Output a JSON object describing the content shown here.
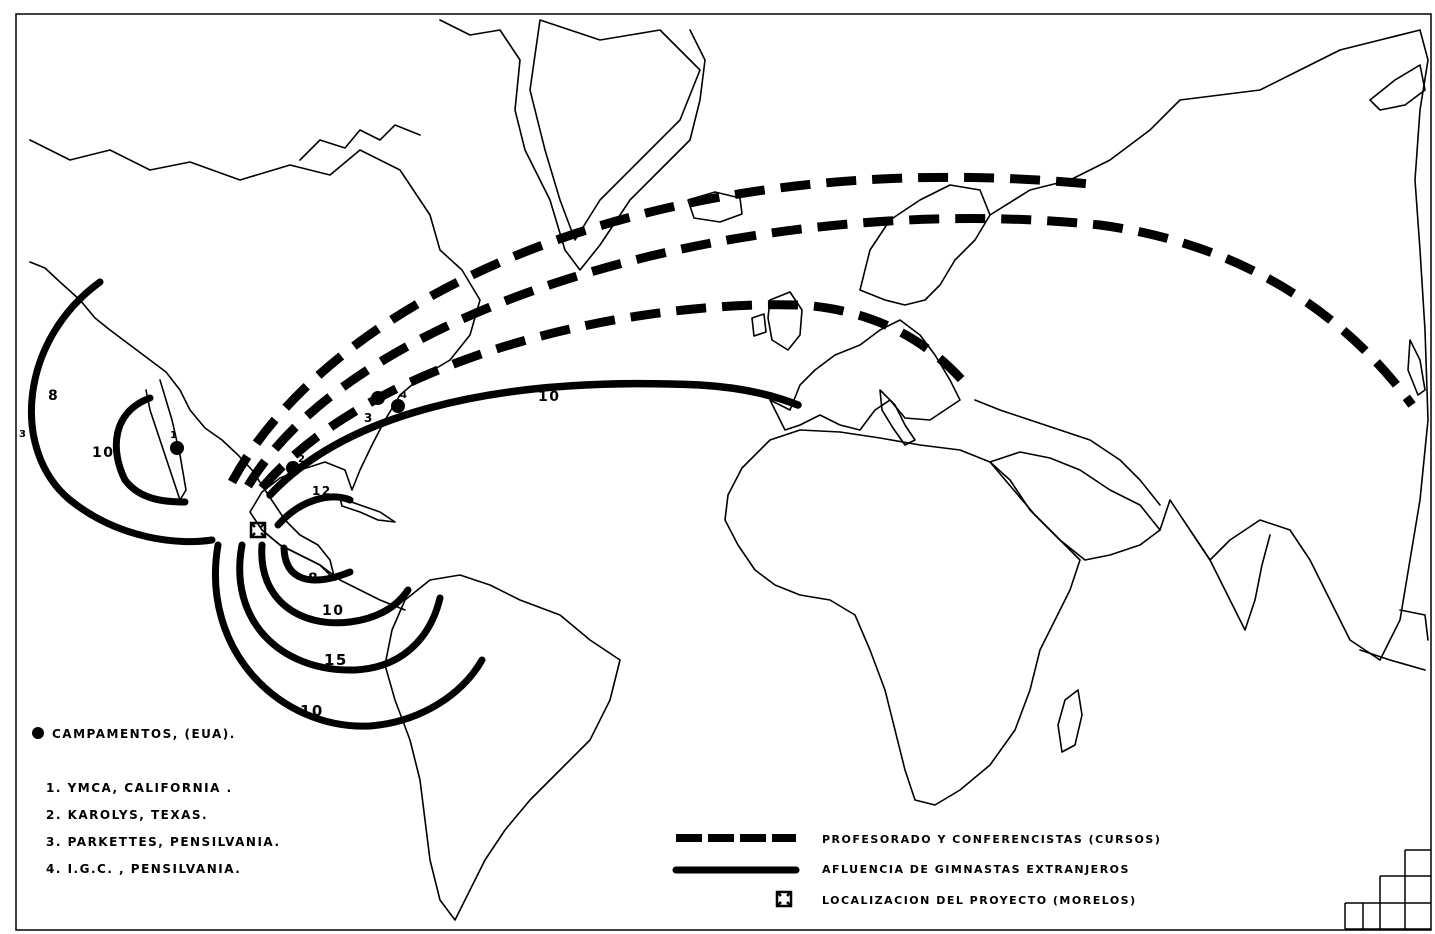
{
  "flow_labels": {
    "california_outer": "8",
    "california_edge": "3",
    "california_inner": "10",
    "atlantic": "10",
    "caribbean": "12",
    "south_8": "8",
    "south_10": "10",
    "south_15": "15",
    "south_outer": "10"
  },
  "camp_numbers": {
    "ymca": "1",
    "karolys": "2",
    "parkettes": "3",
    "igc": "4"
  },
  "camps_legend": {
    "title": "CAMPAMENTOS, (EUA).",
    "items": [
      "1.   YMCA,  CALIFORNIA .",
      "2.   KAROLYS,   TEXAS.",
      "3.   PARKETTES,   PENSILVANIA.",
      "4.   I.G.C. ,   PENSILVANIA."
    ]
  },
  "flow_legend": {
    "dashed": "PROFESORADO  Y  CONFERENCISTAS  (CURSOS)",
    "solid": "AFLUENCIA  DE  GIMNASTAS  EXTRANJEROS",
    "project": "LOCALIZACION   DEL   PROYECTO  (MORELOS)"
  },
  "colors": {
    "ink": "#000000",
    "paper": "#ffffff"
  }
}
